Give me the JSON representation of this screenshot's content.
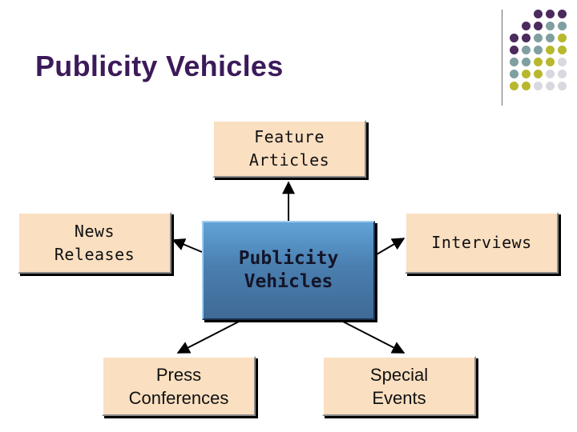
{
  "slide": {
    "title": "Publicity Vehicles"
  },
  "decor": {
    "dot_colors": {
      "purple": "#4b2a5e",
      "teal": "#7f9fa0",
      "olive": "#b8b82e",
      "light": "#d8d8e0"
    },
    "divider_color": "#6f6f6f"
  },
  "diagram": {
    "center": {
      "label": "Publicity\nVehicles"
    },
    "nodes": {
      "feature": {
        "label": "Feature\nArticles"
      },
      "news": {
        "label": "News\nReleases"
      },
      "interviews": {
        "label": "Interviews"
      },
      "press": {
        "label": "Press\nConferences"
      },
      "special": {
        "label": "Special\nEvents"
      }
    },
    "colors": {
      "node_fill": "#fadfc1",
      "center_fill": "#4a7fb0",
      "title_color": "#3c1a5a"
    }
  }
}
